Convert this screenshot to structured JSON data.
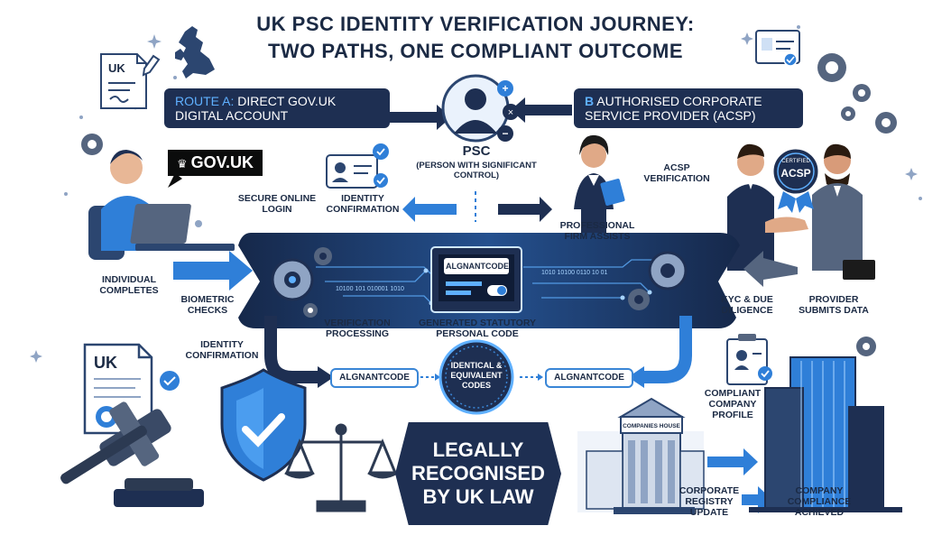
{
  "title": {
    "line1": "UK PSC IDENTITY VERIFICATION JOURNEY:",
    "line2": "TWO PATHS, ONE COMPLIANT OUTCOME"
  },
  "route_a": {
    "prefix": "ROUTE A:",
    "text": "DIRECT GOV.UK DIGITAL ACCOUNT"
  },
  "route_b": {
    "prefix": "B",
    "text": "AUTHORISED CORPORATE SERVICE PROVIDER (ACSP)"
  },
  "psc": {
    "title": "PSC",
    "subtitle": "(PERSON WITH SIGNIFICANT CONTROL)"
  },
  "gov_badge": {
    "text": "GOV.UK"
  },
  "uk_doc_top": "UK",
  "uk_doc_bottom": "UK",
  "acsp_badge": {
    "top": "CERTIFIED",
    "main": "ACSP"
  },
  "labels": {
    "secure_login": "SECURE ONLINE LOGIN",
    "identity_confirmation_top": "IDENTITY CONFIRMATION",
    "professional_firm": "PROFESSIONAL FIRM ASSISTS",
    "acsp_verification": "ACSP VERIFICATION",
    "individual_completes": "INDIVIDUAL COMPLETES",
    "biometric_checks": "BIOMETRIC CHECKS",
    "verification_processing": "VERIFICATION PROCESSING",
    "generated_code": "GENERATED STATUTORY PERSONAL CODE",
    "kyc": "KYC & DUE DILIGENCE",
    "provider_submits": "PROVIDER SUBMITS DATA",
    "identity_confirmation_bottom": "IDENTITY CONFIRMATION",
    "compliant_profile": "COMPLIANT COMPANY PROFILE",
    "registry_update": "CORPORATE REGISTRY UPDATE",
    "compliance_achieved": "COMPANY COMPLIANCE ACHIEVED"
  },
  "codes": {
    "screen_code": "ALGNANTCODE",
    "left_code": "ALGNANTCODE",
    "right_code": "ALGNANTCODE",
    "identical": "IDENTICAL & EQUIVALENT CODES"
  },
  "binary": {
    "left": "10100 101 010001 1010",
    "right": "1010 10100 0110 10 01"
  },
  "legal": {
    "line1": "LEGALLY",
    "line2": "RECOGNISED",
    "line3": "BY UK LAW"
  },
  "companies_house": "COMPANIES HOUSE",
  "colors": {
    "navy": "#1e2f52",
    "blue": "#2f7fd8",
    "light_blue": "#5fb0ff",
    "steel": "#5b6b85"
  }
}
